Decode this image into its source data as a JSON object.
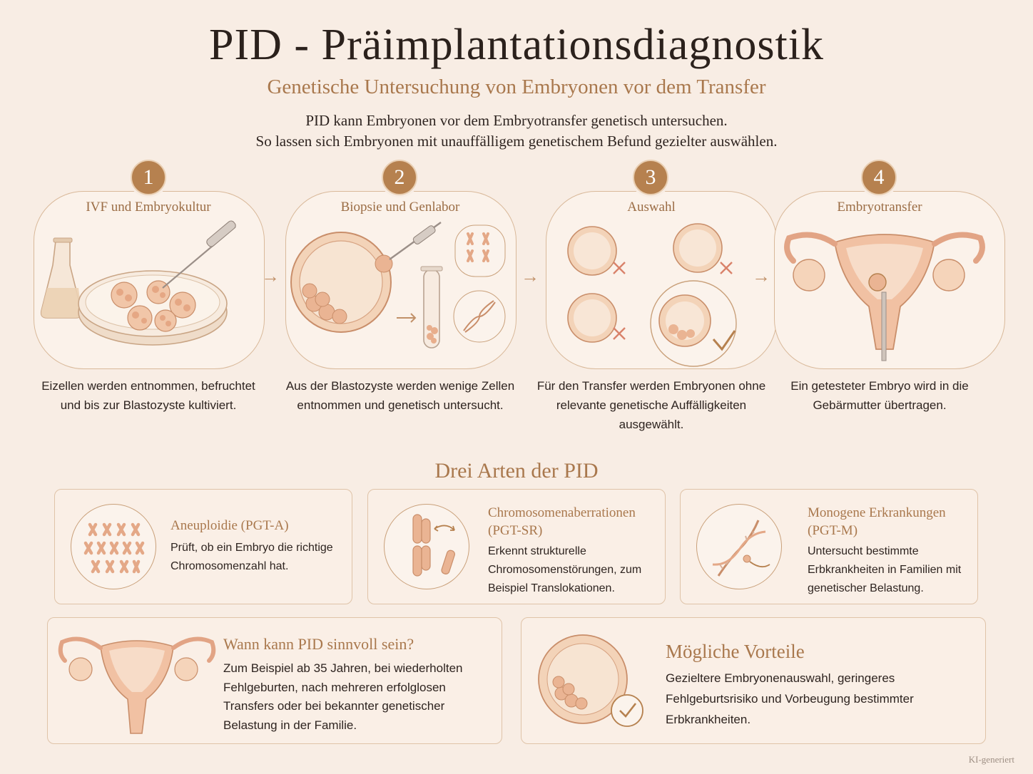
{
  "header": {
    "title": "PID - Präimplantationsdiagnostik",
    "subtitle": "Genetische Untersuchung von Embryonen vor dem Transfer",
    "intro_line1": "PID kann Embryonen vor dem Embryotransfer genetisch untersuchen.",
    "intro_line2": "So lassen sich Embryonen mit unauffälligem genetischem Befund gezielter auswählen."
  },
  "steps": [
    {
      "number": "1",
      "title": "IVF und Embryokultur",
      "desc": "Eizellen werden entnommen, befruchtet und bis zur Blastozyste kultiviert."
    },
    {
      "number": "2",
      "title": "Biopsie und Genlabor",
      "desc": "Aus der Blastozyste werden wenige Zellen entnommen und genetisch untersucht."
    },
    {
      "number": "3",
      "title": "Auswahl",
      "desc": "Für den Transfer werden Embryonen ohne relevante genetische Auffälligkeiten ausgewählt."
    },
    {
      "number": "4",
      "title": "Embryotransfer",
      "desc": "Ein getesteter Embryo wird in die Gebärmutter übertragen."
    }
  ],
  "types_section": {
    "title": "Drei Arten der PID",
    "items": [
      {
        "title": "Aneuploidie (PGT-A)",
        "desc": "Prüft, ob ein Embryo die richtige Chromosomenzahl hat.",
        "icon": "chromosomes-icon"
      },
      {
        "title": "Chromosomenaberrationen (PGT-SR)",
        "desc": "Erkennt strukturelle Chromosomenstörungen, zum Beispiel Translokationen.",
        "icon": "translocation-icon"
      },
      {
        "title": "Monogene Erkrankungen (PGT-M)",
        "desc": "Untersucht bestimmte Erbkrankheiten in Familien mit genetischer Belastung.",
        "icon": "dna-icon"
      }
    ]
  },
  "when": {
    "title": "Wann kann PID sinnvoll sein?",
    "desc": "Zum Beispiel ab 35 Jahren, bei wiederholten Fehlgeburten, nach mehreren erfolglosen Transfers oder bei bekannter genetischer Belastung in der Familie."
  },
  "benefits": {
    "title": "Mögliche Vorteile",
    "desc": "Gezieltere Embryonenauswahl, geringeres Fehlgeburtsrisiko und Vorbeugung bestimmter Erbkrankheiten."
  },
  "footer": "KI-generiert",
  "colors": {
    "background": "#f8ede4",
    "accent": "#a9784d",
    "badge": "#b6814f",
    "border": "#d9b99a",
    "tissue": "#f1c6a8",
    "reject": "#d9826a"
  }
}
